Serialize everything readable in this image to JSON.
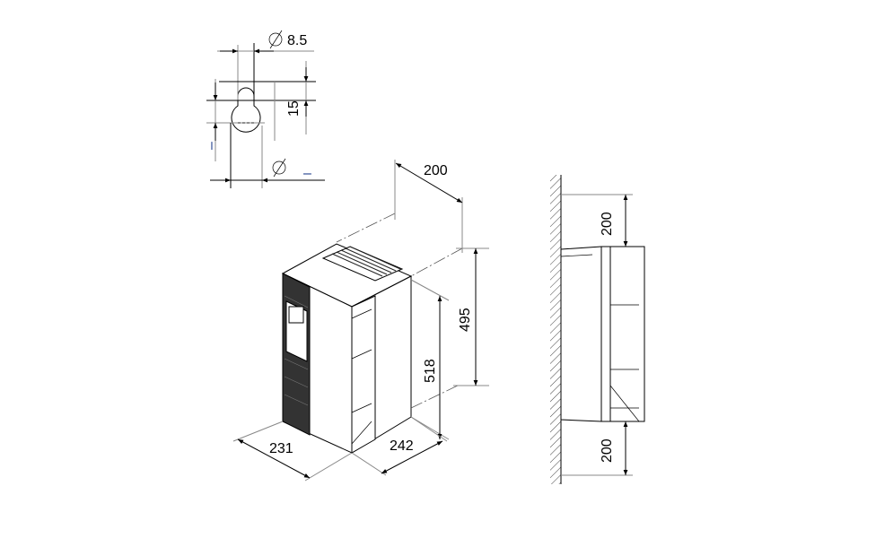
{
  "keyhole_detail": {
    "slot_diameter_symbol": "Ø",
    "slot_diameter": "8.5",
    "slot_height": "15",
    "hole_diameter_symbol": "Ø",
    "hole_diameter": "–",
    "hole_offset": "–"
  },
  "isometric_view": {
    "clearance_top": "200",
    "mounting_height": "495",
    "total_height": "518",
    "width": "231",
    "depth": "242"
  },
  "side_view": {
    "clearance_top": "200",
    "clearance_bottom": "200"
  }
}
